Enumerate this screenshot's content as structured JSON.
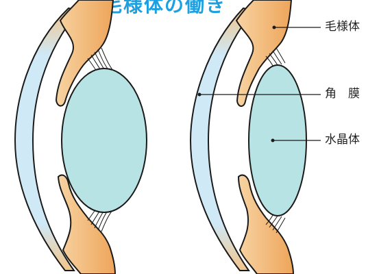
{
  "title": "毛様体の働き",
  "labels": {
    "ciliary_body": "毛様体",
    "cornea": "角　膜",
    "lens": "水晶体"
  },
  "colors": {
    "cornea_fill": "#cfe9f7",
    "lens_fill": "#b8e3e4",
    "ciliary_fill": "#f3b263",
    "title": "#1ea0e0",
    "outline": "#1a1a1a"
  }
}
